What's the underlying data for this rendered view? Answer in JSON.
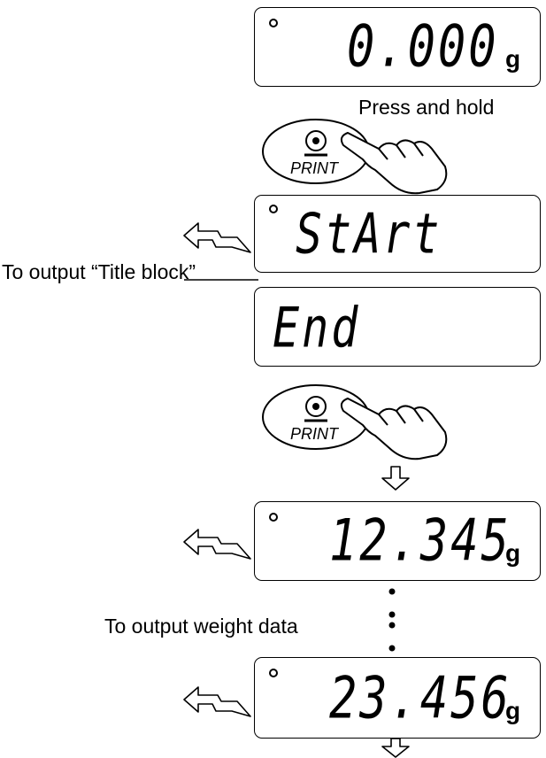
{
  "steps": {
    "initial_display": {
      "value": "0.000",
      "unit": "g"
    },
    "press_hold_label": "Press and hold",
    "print_key_label": "PRINT",
    "start_display": {
      "value": "StArt"
    },
    "title_block_label": "To output “Title block”",
    "end_display": {
      "value": "End"
    },
    "weight1_display": {
      "value": "12.345",
      "unit": "g"
    },
    "weight_data_label": "To output weight data",
    "weight2_display": {
      "value": "23.456",
      "unit": "g"
    }
  },
  "icons": [
    "hand-press-icon",
    "outgoing-arrow-icon",
    "down-arrow-icon",
    "stability-mark-icon"
  ]
}
